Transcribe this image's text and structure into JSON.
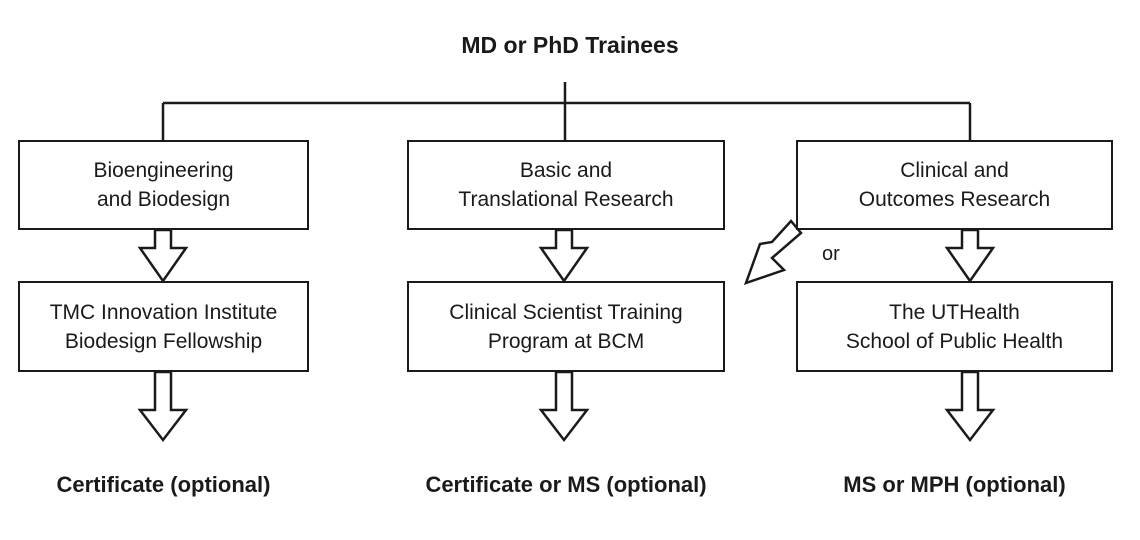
{
  "title": "MD or PhD Trainees",
  "tracks": [
    {
      "line1": "Bioengineering",
      "line2": "and Biodesign"
    },
    {
      "line1": "Basic and",
      "line2": "Translational Research"
    },
    {
      "line1": "Clinical and",
      "line2": "Outcomes Research"
    }
  ],
  "programs": [
    {
      "line1": "TMC Innovation Institute",
      "line2": "Biodesign Fellowship"
    },
    {
      "line1": "Clinical Scientist Training",
      "line2": "Program at BCM"
    },
    {
      "line1": "The UTHealth",
      "line2": "School of Public Health"
    }
  ],
  "outcomes": [
    "Certificate (optional)",
    "Certificate or MS (optional)",
    "MS or MPH (optional)"
  ],
  "alt_label": "or",
  "colors": {
    "line": "#1a1a1a",
    "background": "#ffffff"
  }
}
